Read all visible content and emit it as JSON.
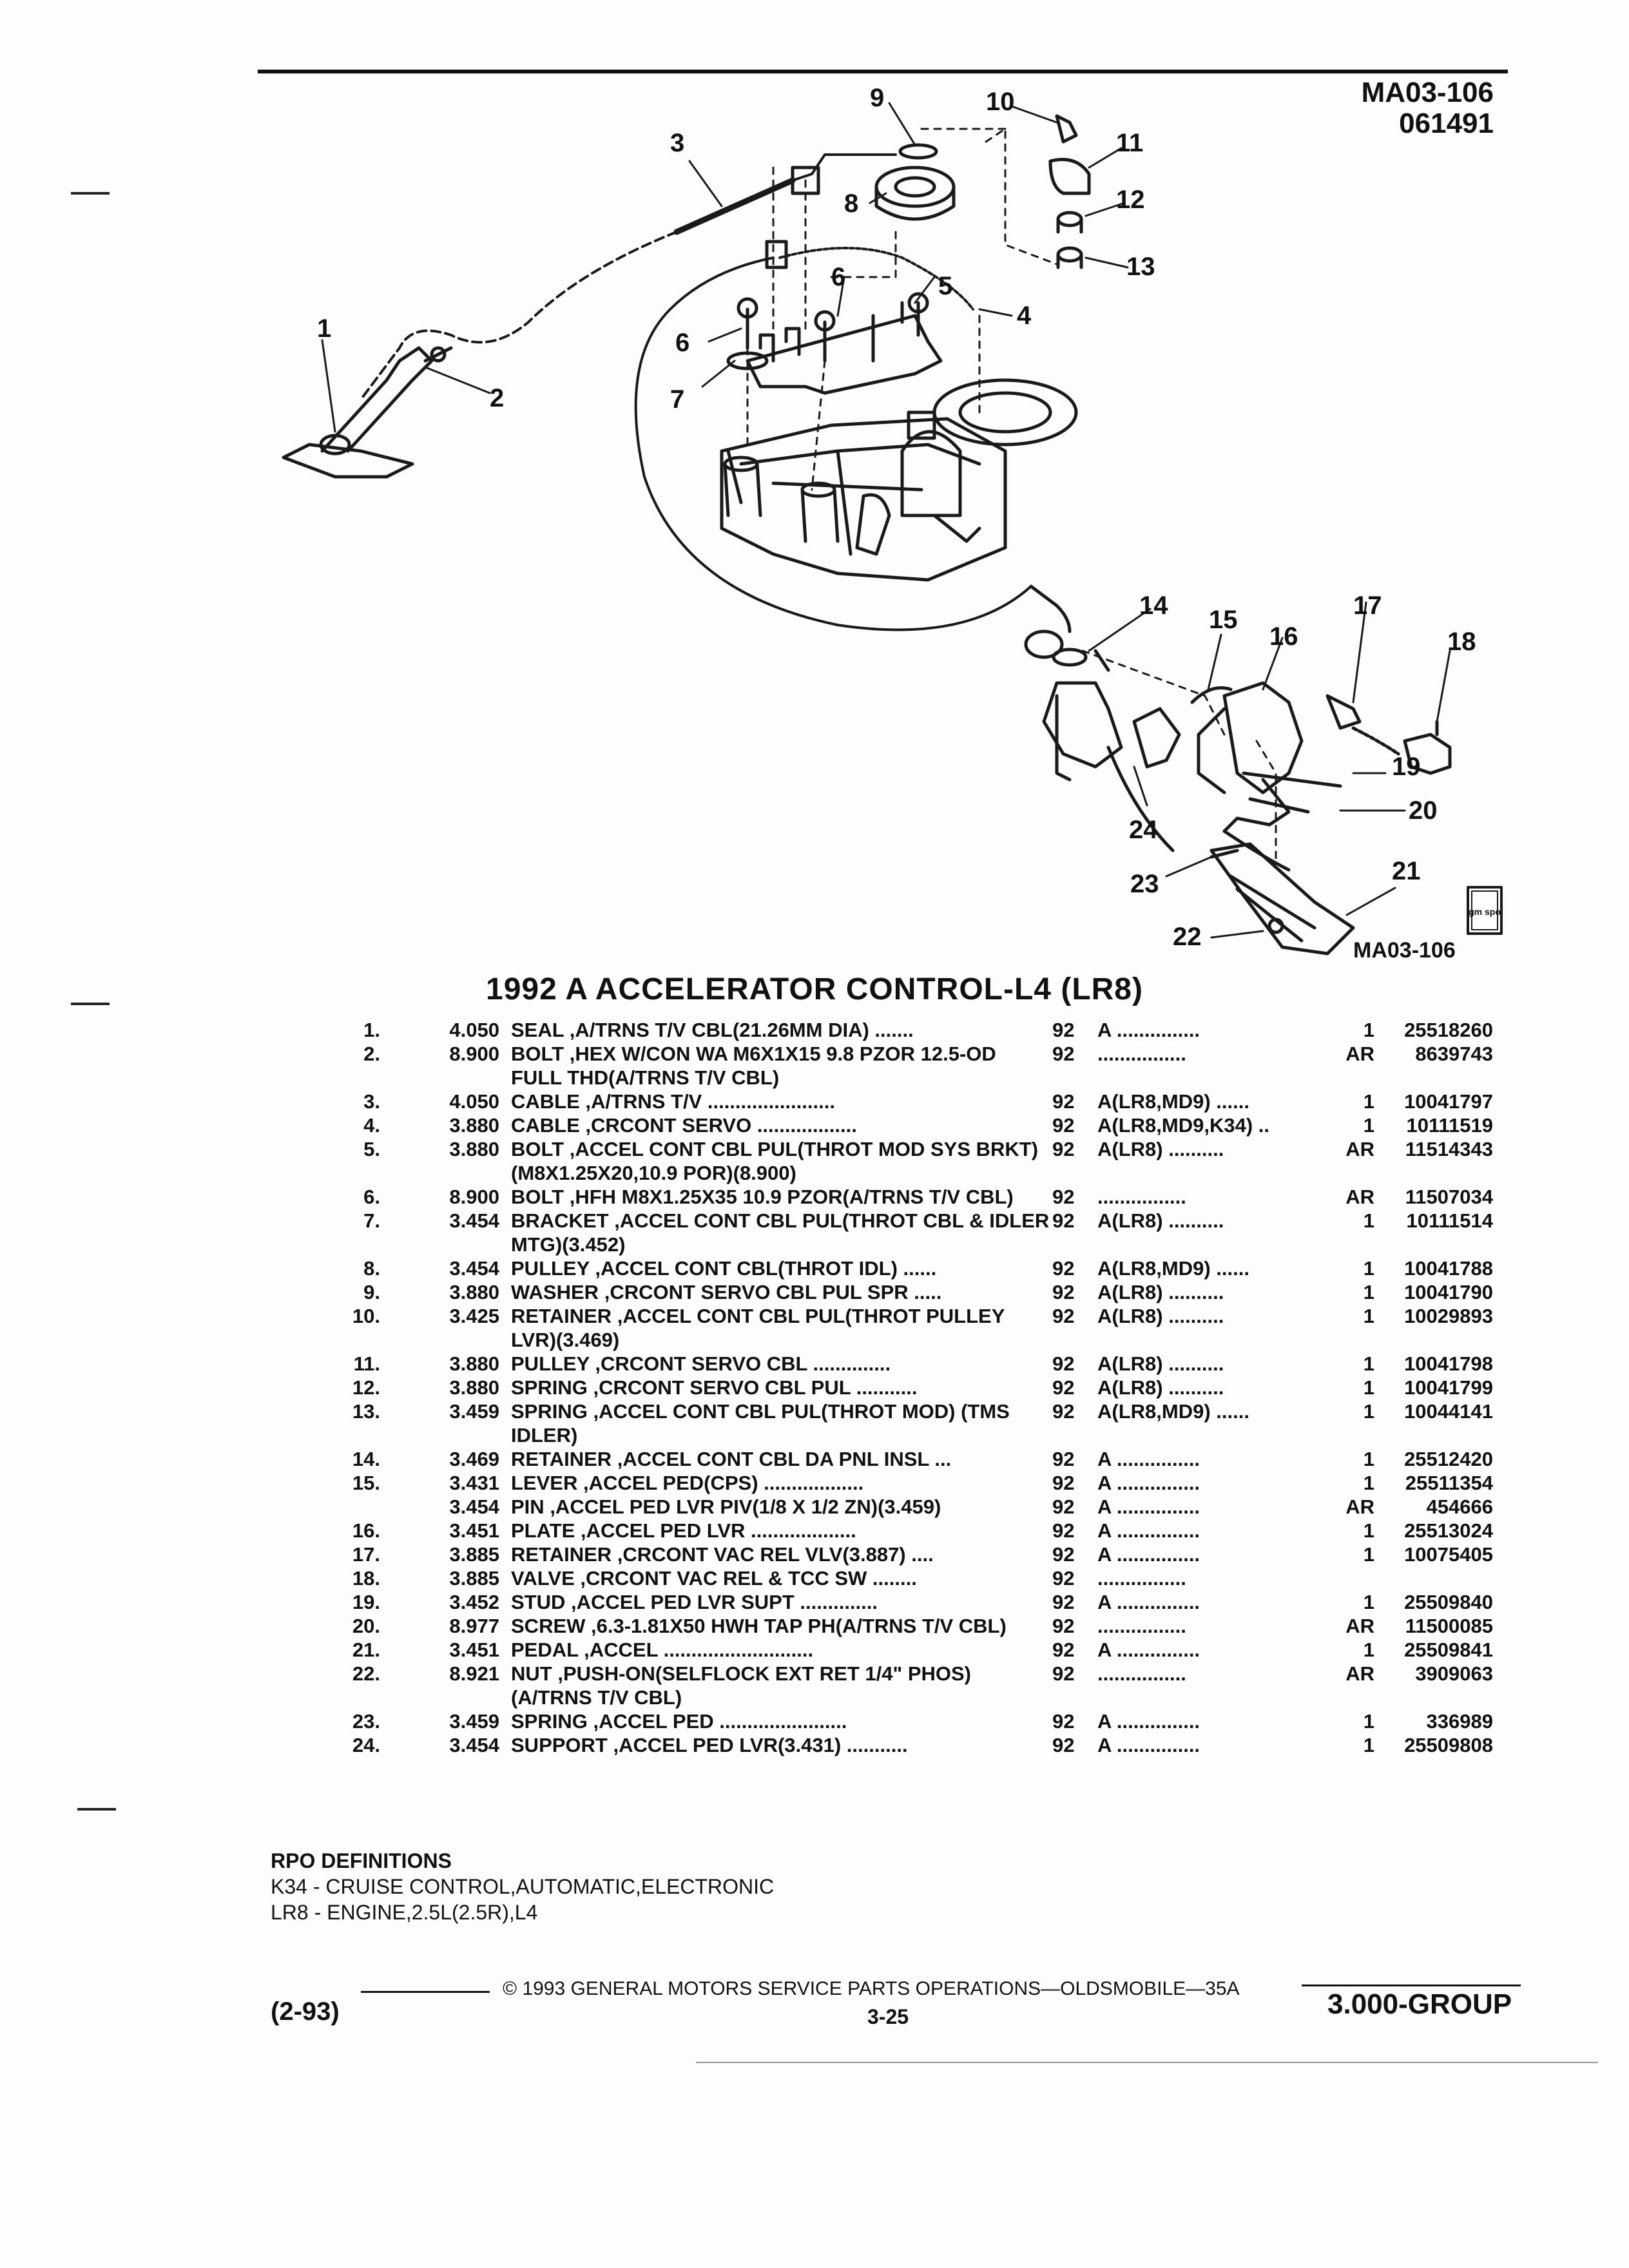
{
  "header": {
    "doc_id": "MA03-106",
    "date_code": "061491"
  },
  "diagram": {
    "figure_id": "MA03-106",
    "logo_text": "gm spo",
    "callouts": [
      "1",
      "2",
      "3",
      "4",
      "5",
      "6",
      "6",
      "7",
      "8",
      "9",
      "10",
      "11",
      "12",
      "13",
      "14",
      "15",
      "16",
      "17",
      "18",
      "19",
      "20",
      "21",
      "22",
      "23",
      "24"
    ]
  },
  "title": "1992 A ACCELERATOR CONTROL-L4 (LR8)",
  "parts": [
    {
      "no": "1.",
      "group": "4.050",
      "name": "SEAL",
      "desc": ",A/TRNS T/V CBL(21.26MM DIA) .......",
      "year": "92",
      "series": "A ...............",
      "qty": "1",
      "part_no": "25518260"
    },
    {
      "no": "2.",
      "group": "8.900",
      "name": "BOLT",
      "desc": ",HEX W/CON WA M6X1X15 9.8 PZOR 12.5-OD FULL THD(A/TRNS T/V CBL)",
      "year": "92",
      "series": "................",
      "qty": "AR",
      "part_no": "8639743"
    },
    {
      "no": "3.",
      "group": "4.050",
      "name": "CABLE",
      "desc": ",A/TRNS T/V .......................",
      "year": "92",
      "series": "A(LR8,MD9) ......",
      "qty": "1",
      "part_no": "10041797"
    },
    {
      "no": "4.",
      "group": "3.880",
      "name": "CABLE",
      "desc": ",CRCONT SERVO ..................",
      "year": "92",
      "series": "A(LR8,MD9,K34) ..",
      "qty": "1",
      "part_no": "10111519"
    },
    {
      "no": "5.",
      "group": "3.880",
      "name": "BOLT",
      "desc": ",ACCEL CONT CBL PUL(THROT MOD SYS BRKT)(M8X1.25X20,10.9 POR)(8.900)",
      "year": "92",
      "series": "A(LR8) ..........",
      "qty": "AR",
      "part_no": "11514343"
    },
    {
      "no": "6.",
      "group": "8.900",
      "name": "BOLT",
      "desc": ",HFH M8X1.25X35 10.9 PZOR(A/TRNS T/V CBL)",
      "year": "92",
      "series": "................",
      "qty": "AR",
      "part_no": "11507034"
    },
    {
      "no": "7.",
      "group": "3.454",
      "name": "BRACKET",
      "desc": ",ACCEL CONT CBL PUL(THROT CBL & IDLER MTG)(3.452)",
      "year": "92",
      "series": "A(LR8) ..........",
      "qty": "1",
      "part_no": "10111514"
    },
    {
      "no": "8.",
      "group": "3.454",
      "name": "PULLEY",
      "desc": ",ACCEL CONT CBL(THROT IDL) ......",
      "year": "92",
      "series": "A(LR8,MD9) ......",
      "qty": "1",
      "part_no": "10041788"
    },
    {
      "no": "9.",
      "group": "3.880",
      "name": "WASHER",
      "desc": ",CRCONT SERVO CBL PUL SPR .....",
      "year": "92",
      "series": "A(LR8) ..........",
      "qty": "1",
      "part_no": "10041790"
    },
    {
      "no": "10.",
      "group": "3.425",
      "name": "RETAINER",
      "desc": ",ACCEL CONT CBL PUL(THROT PULLEY LVR)(3.469)",
      "year": "92",
      "series": "A(LR8) ..........",
      "qty": "1",
      "part_no": "10029893"
    },
    {
      "no": "11.",
      "group": "3.880",
      "name": "PULLEY",
      "desc": ",CRCONT SERVO CBL ..............",
      "year": "92",
      "series": "A(LR8) ..........",
      "qty": "1",
      "part_no": "10041798"
    },
    {
      "no": "12.",
      "group": "3.880",
      "name": "SPRING",
      "desc": ",CRCONT SERVO CBL PUL ...........",
      "year": "92",
      "series": "A(LR8) ..........",
      "qty": "1",
      "part_no": "10041799"
    },
    {
      "no": "13.",
      "group": "3.459",
      "name": "SPRING",
      "desc": ",ACCEL CONT CBL PUL(THROT MOD) (TMS IDLER)",
      "year": "92",
      "series": "A(LR8,MD9) ......",
      "qty": "1",
      "part_no": "10044141"
    },
    {
      "no": "14.",
      "group": "3.469",
      "name": "RETAINER",
      "desc": ",ACCEL CONT CBL DA PNL INSL ...",
      "year": "92",
      "series": "A ...............",
      "qty": "1",
      "part_no": "25512420"
    },
    {
      "no": "15.",
      "group": "3.431",
      "name": "LEVER",
      "desc": ",ACCEL PED(CPS) ..................",
      "year": "92",
      "series": "A ...............",
      "qty": "1",
      "part_no": "25511354"
    },
    {
      "no": "",
      "group": "3.454",
      "name": "PIN",
      "desc": ",ACCEL PED LVR PIV(1/8 X 1/2 ZN)(3.459)",
      "year": "92",
      "series": "A ...............",
      "qty": "AR",
      "part_no": "454666"
    },
    {
      "no": "16.",
      "group": "3.451",
      "name": "PLATE",
      "desc": ",ACCEL PED LVR ...................",
      "year": "92",
      "series": "A ...............",
      "qty": "1",
      "part_no": "25513024"
    },
    {
      "no": "17.",
      "group": "3.885",
      "name": "RETAINER",
      "desc": ",CRCONT VAC REL VLV(3.887) ....",
      "year": "92",
      "series": "A ...............",
      "qty": "1",
      "part_no": "10075405"
    },
    {
      "no": "18.",
      "group": "3.885",
      "name": "VALVE",
      "desc": ",CRCONT VAC REL & TCC SW ........",
      "year": "92",
      "series": "................",
      "qty": "",
      "part_no": ""
    },
    {
      "no": "19.",
      "group": "3.452",
      "name": "STUD",
      "desc": ",ACCEL PED LVR SUPT ..............",
      "year": "92",
      "series": "A ...............",
      "qty": "1",
      "part_no": "25509840"
    },
    {
      "no": "20.",
      "group": "8.977",
      "name": "SCREW",
      "desc": ",6.3-1.81X50 HWH TAP PH(A/TRNS T/V CBL)",
      "year": "92",
      "series": "................",
      "qty": "AR",
      "part_no": "11500085"
    },
    {
      "no": "21.",
      "group": "3.451",
      "name": "PEDAL",
      "desc": ",ACCEL ...........................",
      "year": "92",
      "series": "A ...............",
      "qty": "1",
      "part_no": "25509841"
    },
    {
      "no": "22.",
      "group": "8.921",
      "name": "NUT",
      "desc": ",PUSH-ON(SELFLOCK EXT RET 1/4\" PHOS) (A/TRNS T/V CBL)",
      "year": "92",
      "series": "................",
      "qty": "AR",
      "part_no": "3909063"
    },
    {
      "no": "23.",
      "group": "3.459",
      "name": "SPRING",
      "desc": ",ACCEL PED .......................",
      "year": "92",
      "series": "A ...............",
      "qty": "1",
      "part_no": "336989"
    },
    {
      "no": "24.",
      "group": "3.454",
      "name": "SUPPORT",
      "desc": ",ACCEL PED LVR(3.431) ...........",
      "year": "92",
      "series": "A ...............",
      "qty": "1",
      "part_no": "25509808"
    }
  ],
  "rpo": {
    "heading": "RPO DEFINITIONS",
    "lines": [
      "K34 - CRUISE CONTROL,AUTOMATIC,ELECTRONIC",
      "LR8 - ENGINE,2.5L(2.5R),L4"
    ]
  },
  "footer": {
    "copyright": "© 1993 GENERAL MOTORS SERVICE PARTS OPERATIONS—OLDSMOBILE—35A",
    "page": "3-25",
    "revision": "(2-93)",
    "group": "3.000-GROUP"
  }
}
